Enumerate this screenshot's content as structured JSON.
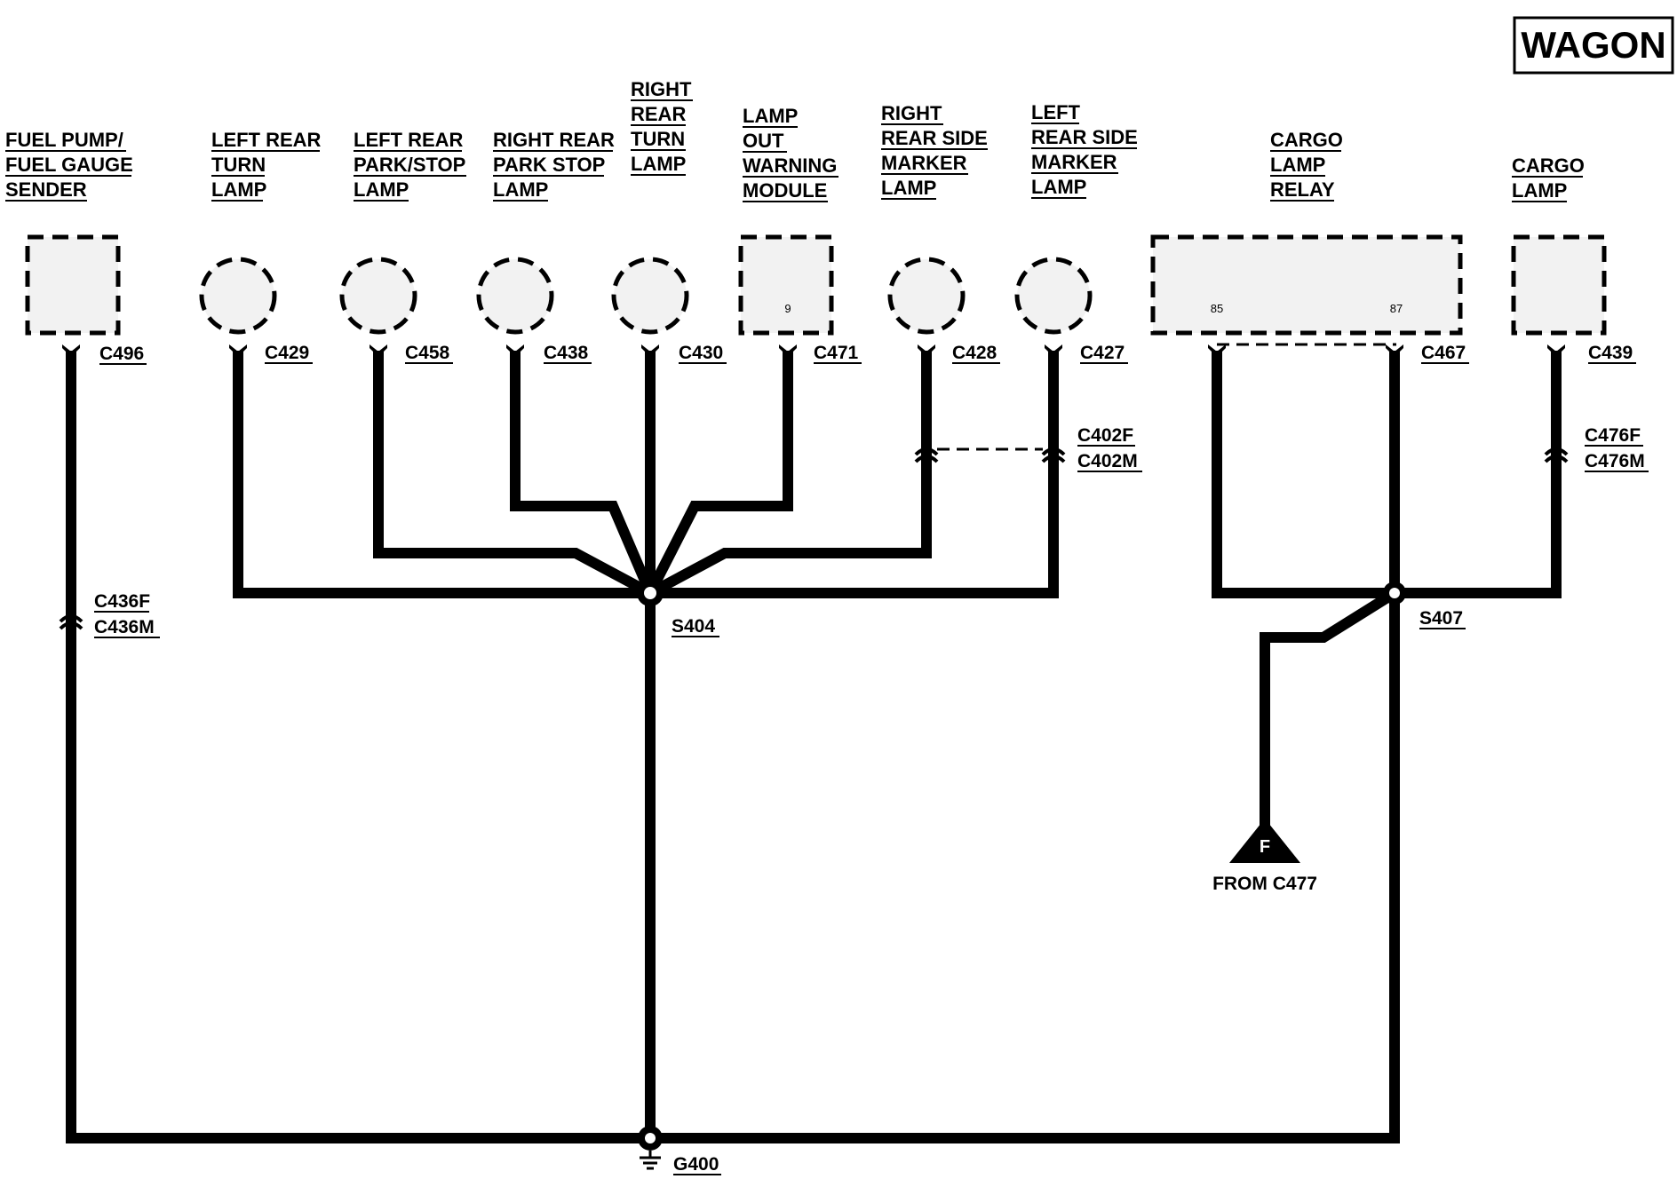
{
  "title": "WAGON",
  "components": [
    {
      "id": "fuel_pump",
      "lines": [
        "FUEL PUMP/",
        "FUEL GAUGE",
        "SENDER"
      ],
      "connector": "C496"
    },
    {
      "id": "left_rear_turn",
      "lines": [
        "LEFT REAR",
        "TURN",
        "LAMP"
      ],
      "connector": "C429"
    },
    {
      "id": "left_rear_park",
      "lines": [
        "LEFT REAR",
        "PARK/STOP",
        "LAMP"
      ],
      "connector": "C458"
    },
    {
      "id": "right_rear_park",
      "lines": [
        "RIGHT REAR",
        "PARK STOP",
        "LAMP"
      ],
      "connector": "C438"
    },
    {
      "id": "right_rear_turn",
      "lines": [
        "RIGHT",
        "REAR",
        "TURN",
        "LAMP"
      ],
      "connector": "C430"
    },
    {
      "id": "lamp_out",
      "lines": [
        "LAMP",
        "OUT",
        "WARNING",
        "MODULE"
      ],
      "connector": "C471",
      "pin": "9"
    },
    {
      "id": "right_marker",
      "lines": [
        "RIGHT",
        "REAR SIDE",
        "MARKER",
        "LAMP"
      ],
      "connector": "C428"
    },
    {
      "id": "left_marker",
      "lines": [
        "LEFT",
        "REAR SIDE",
        "MARKER",
        "LAMP"
      ],
      "connector": "C427"
    },
    {
      "id": "cargo_relay",
      "lines": [
        "CARGO",
        "LAMP",
        "RELAY"
      ],
      "connector": "C467",
      "pins": [
        "85",
        "87"
      ]
    },
    {
      "id": "cargo_lamp",
      "lines": [
        "CARGO",
        "LAMP"
      ],
      "connector": "C439"
    }
  ],
  "inline_connectors": {
    "c436": [
      "C436F",
      "C436M"
    ],
    "c402": [
      "C402F",
      "C402M"
    ],
    "c476": [
      "C476F",
      "C476M"
    ]
  },
  "splices": {
    "s404": "S404",
    "s407": "S407"
  },
  "ground": "G400",
  "feed": {
    "letter": "F",
    "label": "FROM C477"
  }
}
